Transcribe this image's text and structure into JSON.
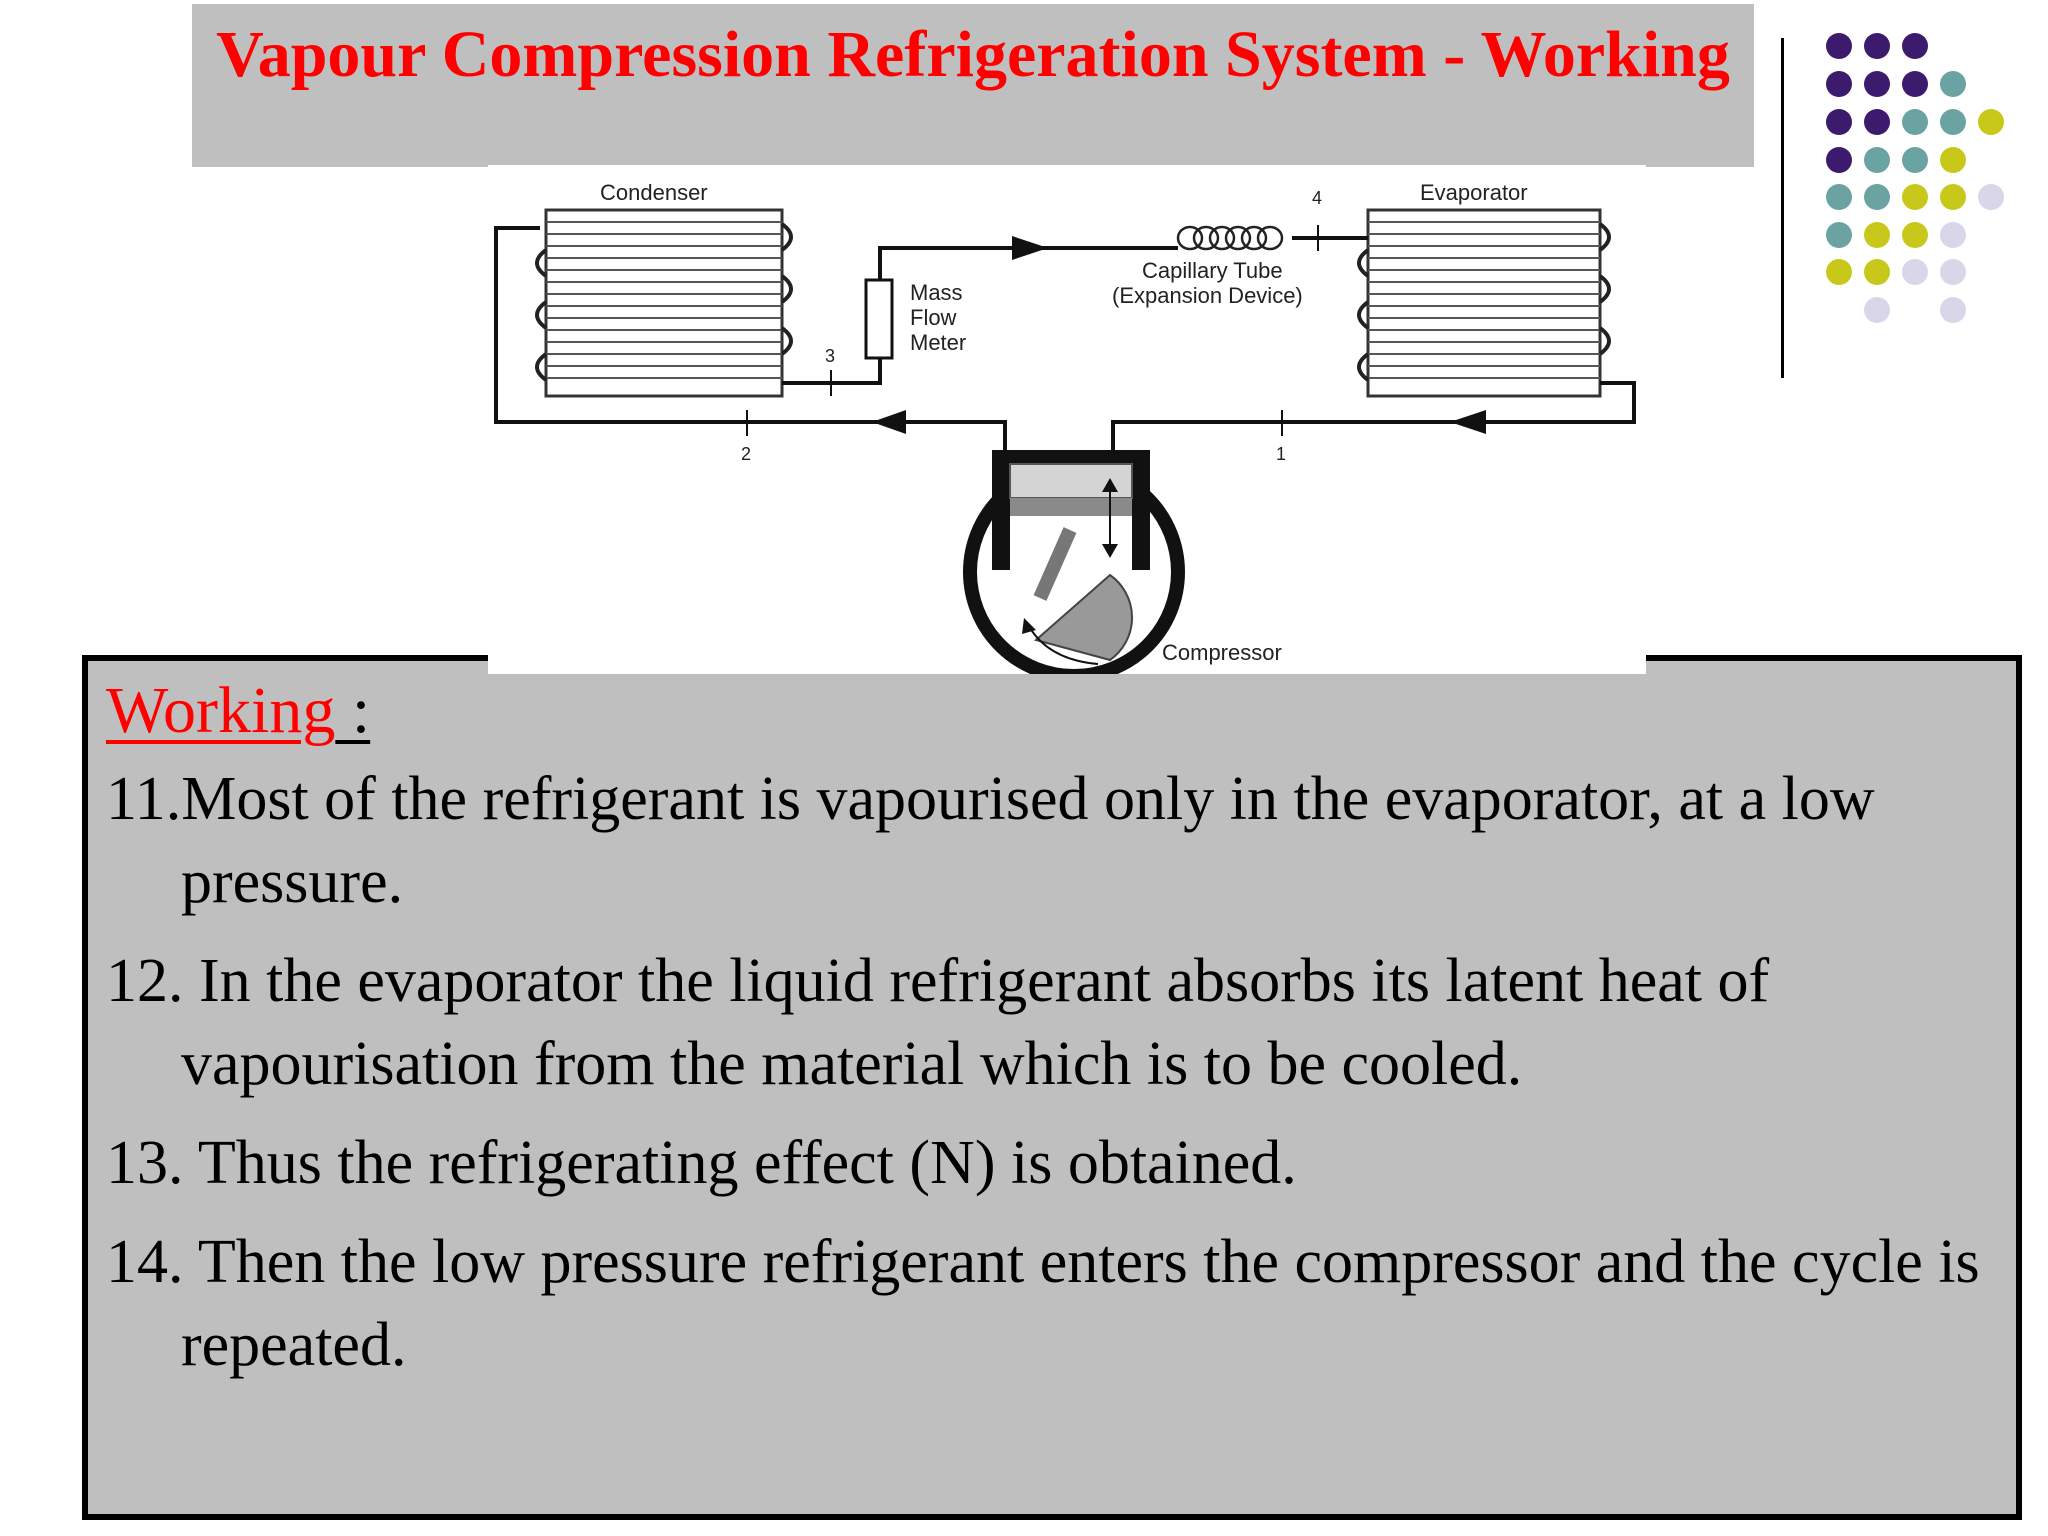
{
  "slide": {
    "title": "Vapour Compression Refrigeration System - Working"
  },
  "diagram": {
    "condenser_label": "Condenser",
    "evaporator_label": "Evaporator",
    "capillary_label_1": "Capillary Tube",
    "capillary_label_2": "(Expansion Device)",
    "meter_label_1": "Mass",
    "meter_label_2": "Flow",
    "meter_label_3": "Meter",
    "compressor_label": "Compressor",
    "point_1": "1",
    "point_2": "2",
    "point_3": "3",
    "point_4": "4"
  },
  "body": {
    "heading": "Working",
    "heading_suffix": " :",
    "items": [
      "11.Most of the refrigerant is vapourised only in the evaporator, at a low pressure.",
      "12. In the evaporator the liquid refrigerant absorbs its latent heat of vapourisation from the material which is to be cooled.",
      "13. Thus the refrigerating effect (N) is obtained.",
      "14. Then the low pressure refrigerant enters the compressor and the cycle is repeated."
    ]
  },
  "colors": {
    "title": "#ff0000",
    "band": "#c0bfc0",
    "dot_purple": "#3c1a6e",
    "dot_teal": "#6aa3a2",
    "dot_lime": "#c8c81a",
    "dot_lavender": "#d8d6e8"
  }
}
